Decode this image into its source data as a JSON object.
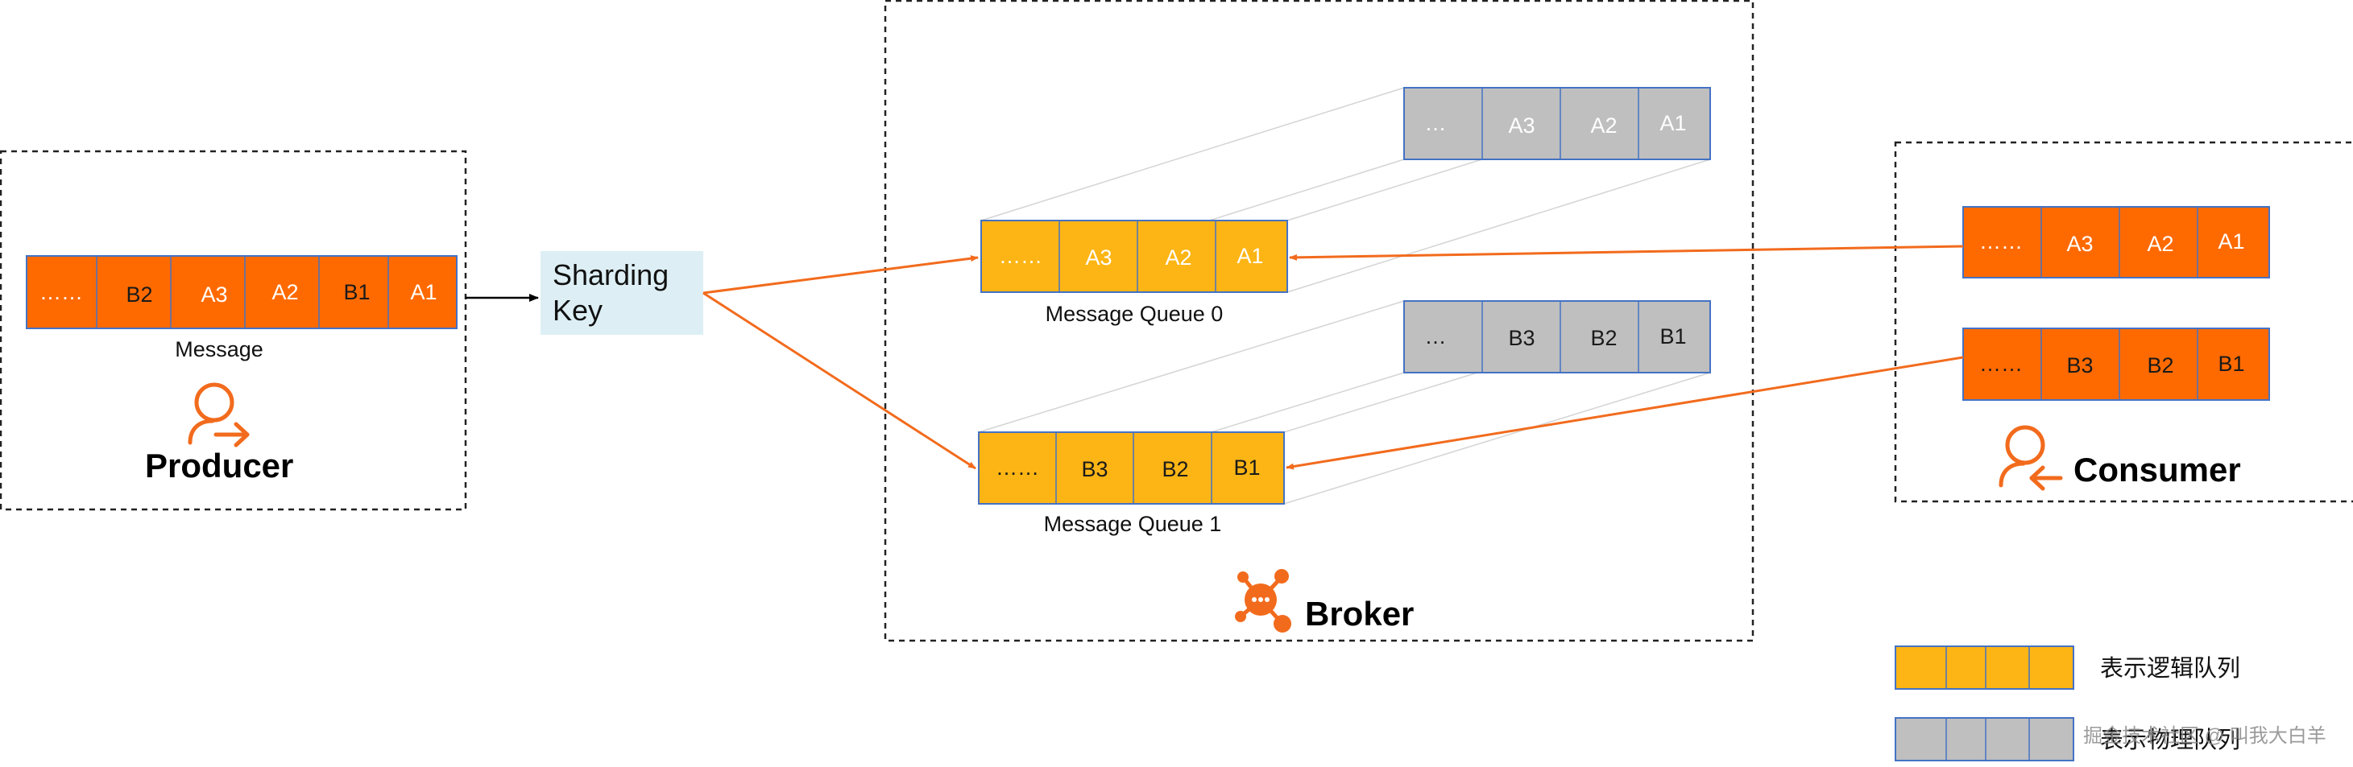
{
  "producer": {
    "title": "Producer",
    "message_caption": "Message",
    "message_cells": [
      "……",
      "B2",
      "A3",
      "A2",
      "B1",
      "A1"
    ],
    "icon": "person-send-icon"
  },
  "sharding_key": {
    "line1": "Sharding",
    "line2": "Key"
  },
  "broker": {
    "title": "Broker",
    "icon": "broker-hub-icon",
    "queue0": {
      "caption": "Message Queue 0",
      "logical_cells": [
        "……",
        "A3",
        "A2",
        "A1"
      ],
      "physical_cells": [
        "…",
        "A3",
        "A2",
        "A1"
      ]
    },
    "queue1": {
      "caption": "Message Queue 1",
      "logical_cells": [
        "……",
        "B3",
        "B2",
        "B1"
      ],
      "physical_cells": [
        "…",
        "B3",
        "B2",
        "B1"
      ]
    }
  },
  "consumer": {
    "title": "Consumer",
    "icon": "person-receive-icon",
    "queue_a_cells": [
      "……",
      "A3",
      "A2",
      "A1"
    ],
    "queue_b_cells": [
      "……",
      "B3",
      "B2",
      "B1"
    ]
  },
  "legend": {
    "logical": "表示逻辑队列",
    "physical": "表示物理队列"
  },
  "watermark": "掘金技术社区 @ 叫我大白羊",
  "colors": {
    "orange": "#FF6A00",
    "yellow": "#FDB515",
    "grey": "#BFBFBF",
    "key_bg": "#DDEFF5",
    "arrow": "#F26B1D",
    "cell_border": "#4472C4"
  }
}
